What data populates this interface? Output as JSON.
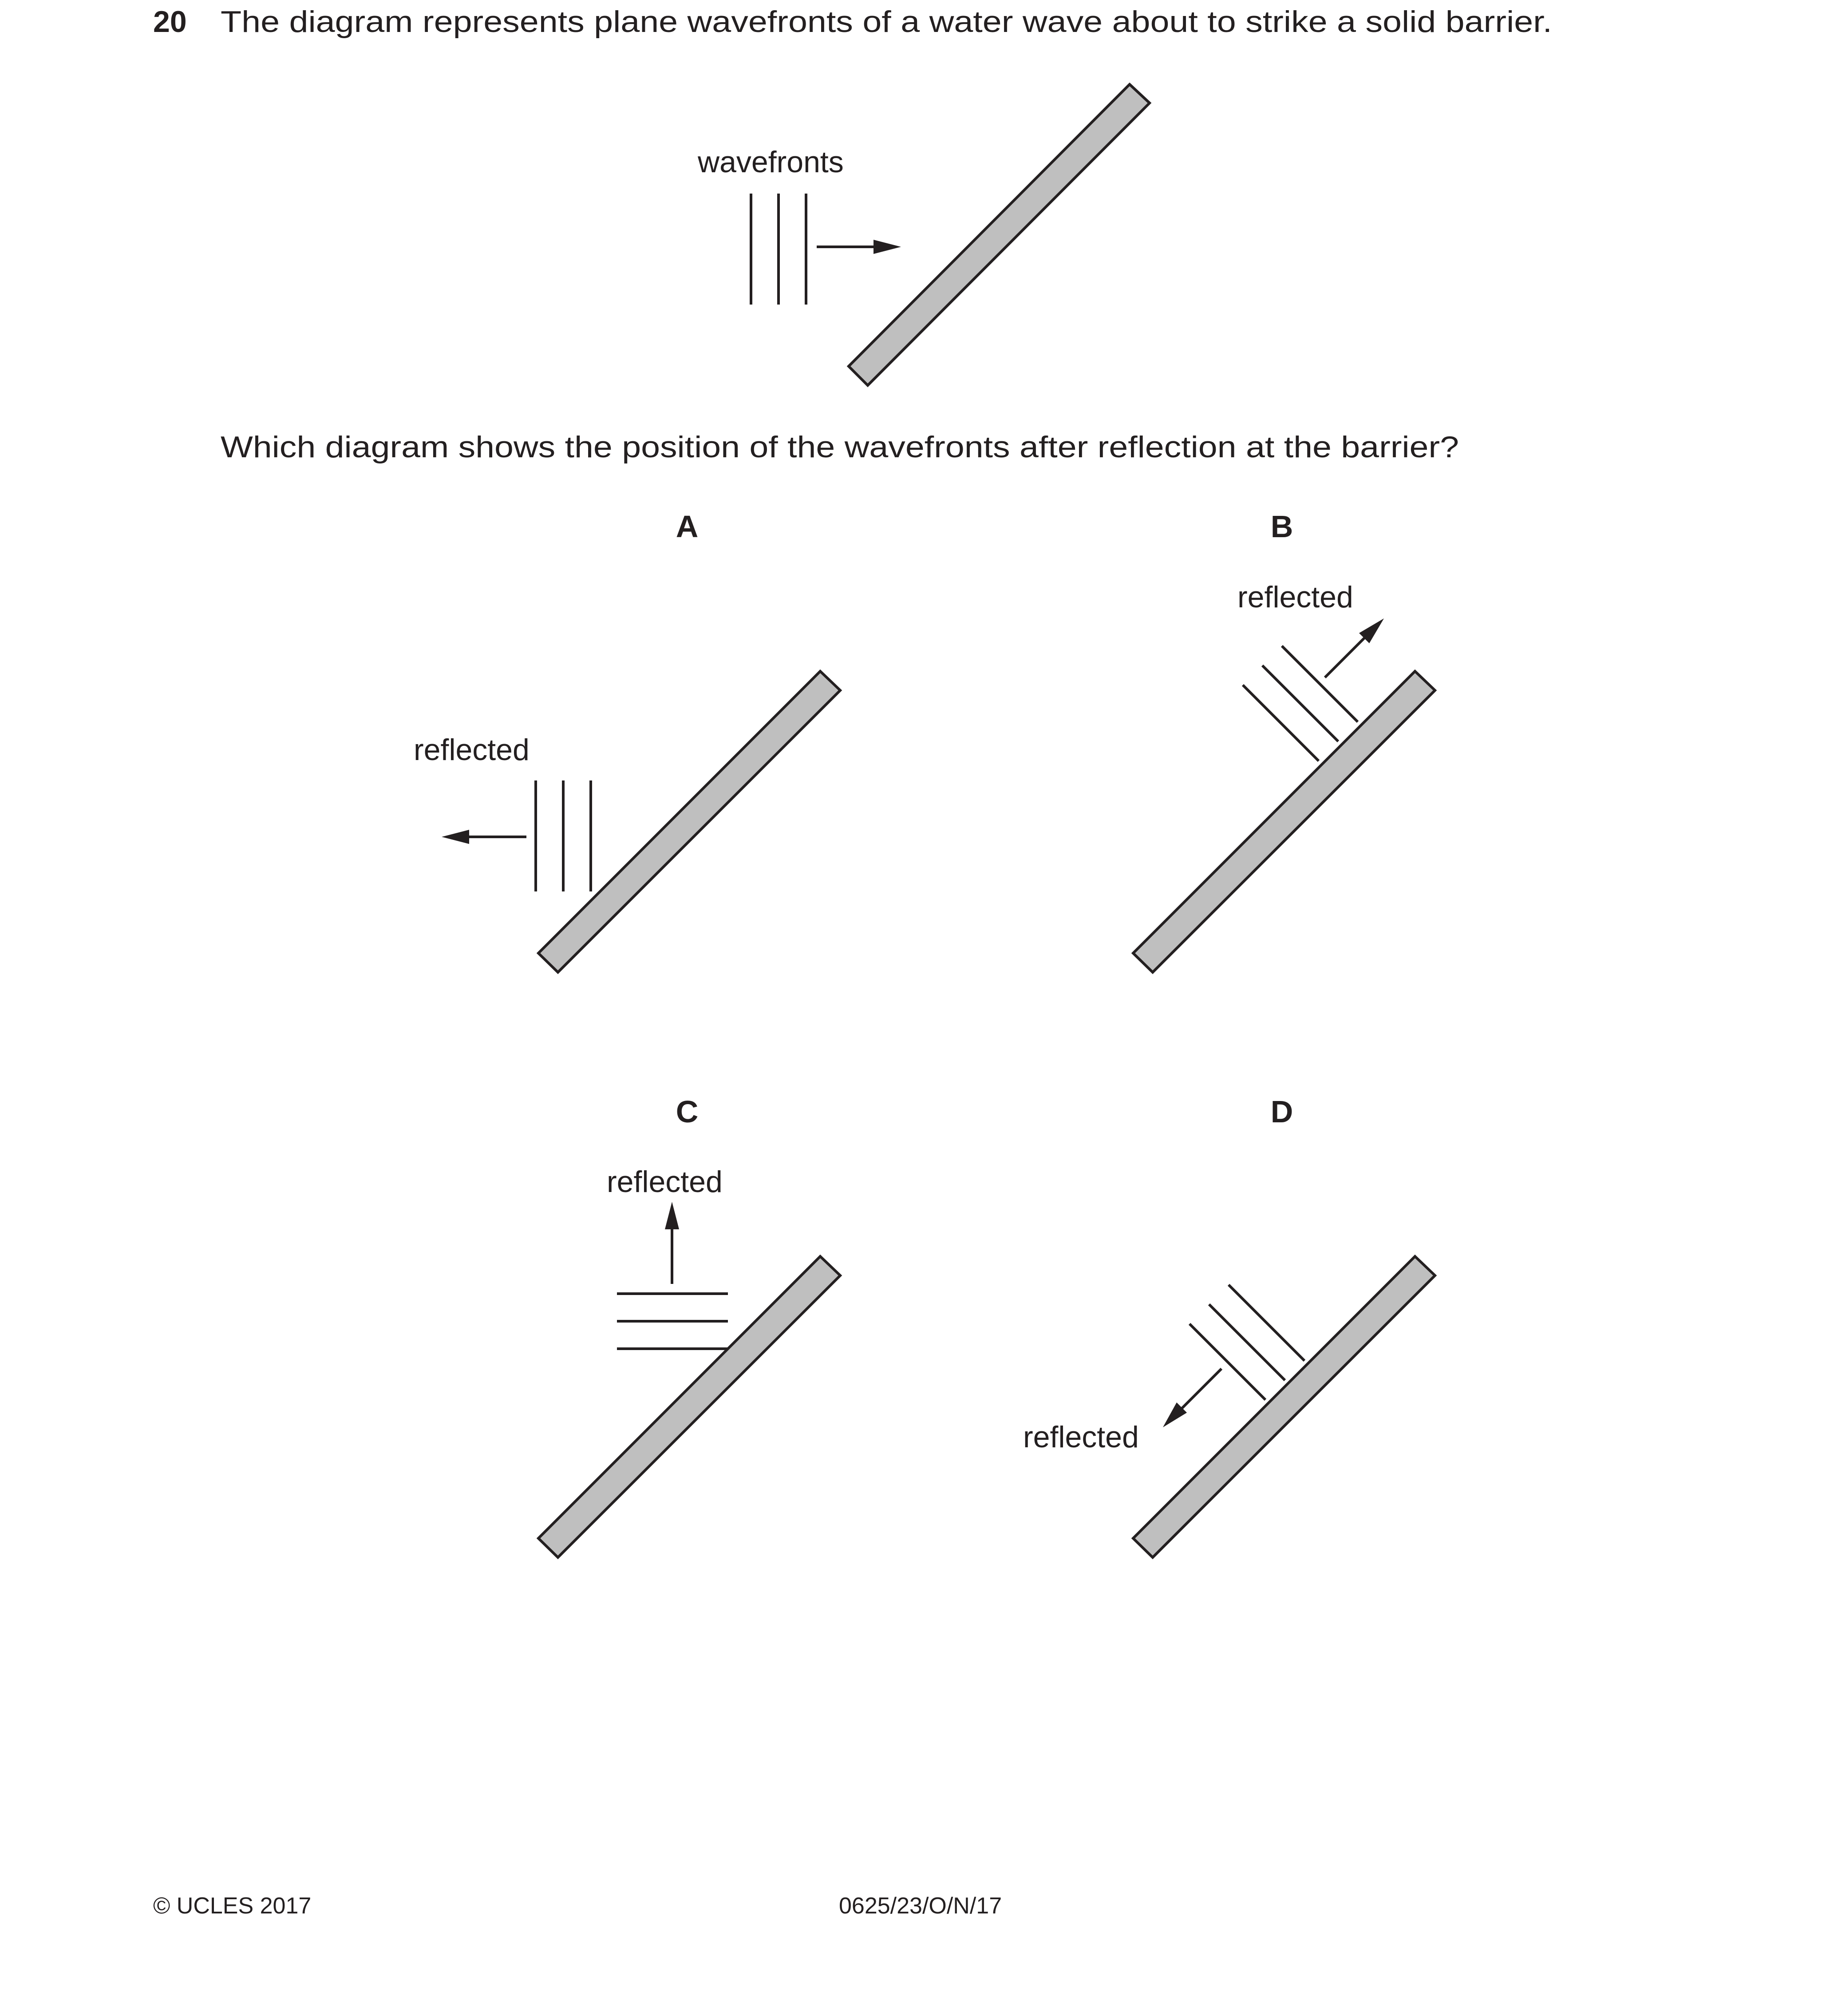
{
  "question": {
    "number": "20",
    "stem": "The diagram represents plane wavefronts of a water wave about to strike a solid barrier.",
    "prompt": "Which diagram shows the position of the wavefronts after reflection at the barrier?"
  },
  "main_diagram": {
    "wavefronts_label": "wavefronts"
  },
  "options": [
    {
      "letter": "A",
      "label": "reflected",
      "arrow_direction": "left"
    },
    {
      "letter": "B",
      "label": "reflected",
      "arrow_direction": "up-right"
    },
    {
      "letter": "C",
      "label": "reflected",
      "arrow_direction": "up"
    },
    {
      "letter": "D",
      "label": "reflected",
      "arrow_direction": "down-left"
    }
  ],
  "footer": {
    "copyright": "© UCLES 2017",
    "code": "0625/23/O/N/17"
  },
  "colors": {
    "ink": "#231f20",
    "barrier_fill": "#bfbfbf",
    "background": "#ffffff"
  }
}
